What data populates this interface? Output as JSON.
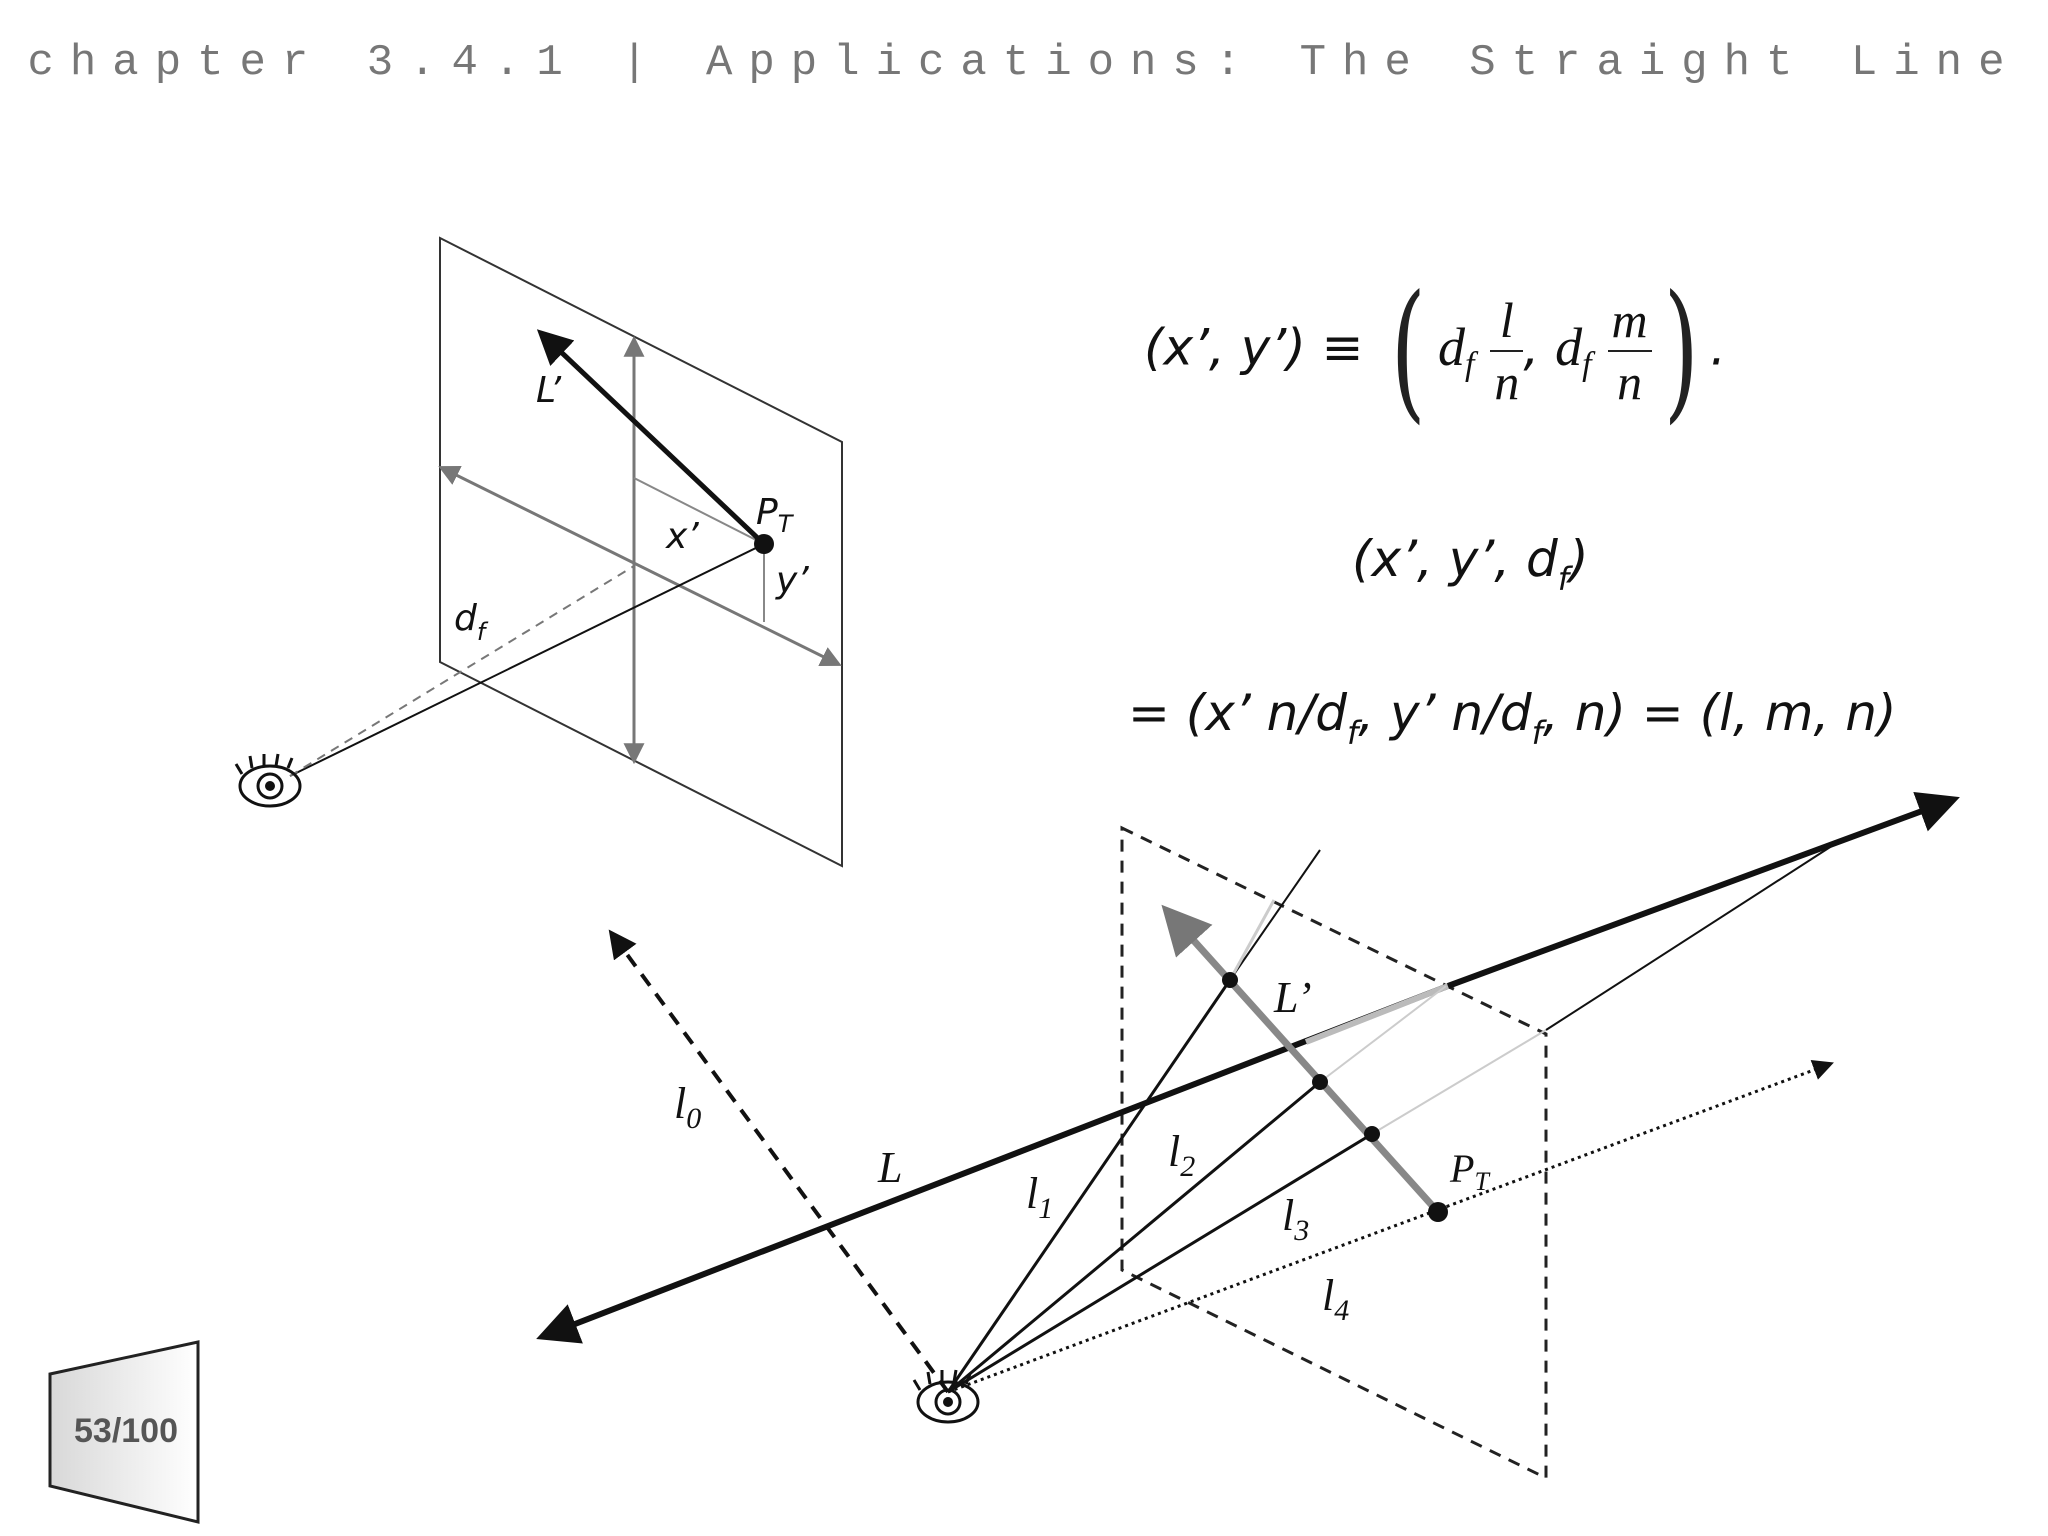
{
  "header": {
    "title": "chapter 3.4.1 | Applications: The Straight Line"
  },
  "figure_top": {
    "labels": {
      "projected_line": "L’",
      "point": "P",
      "point_sub": "T",
      "x_prime": "x’",
      "y_prime": "y’",
      "focal": "d",
      "focal_sub": "f"
    }
  },
  "formulas": {
    "eq1_lhs": "(x’, y’) ≡",
    "eq1_df": "d",
    "eq1_df_sub": "f",
    "eq1_num1": "l",
    "eq1_den1": "n",
    "eq1_comma": ",",
    "eq1_num2": "m",
    "eq1_den2": "n",
    "eq1_end": ".",
    "eq2_main": "(x’, y’, d",
    "eq2_sub": "f",
    "eq2_end": ")",
    "eq3_part1": "= (x’ n/d",
    "eq3_sub1": "f",
    "eq3_part2": ", y’ n/d",
    "eq3_sub2": "f",
    "eq3_part3": ", n) = (l, m, n)"
  },
  "figure_bottom": {
    "labels": {
      "line": "L",
      "projected_line": "L’",
      "point": "P",
      "point_sub": "T",
      "l0": "l",
      "l0_sub": "0",
      "l1": "l",
      "l1_sub": "1",
      "l2": "l",
      "l2_sub": "2",
      "l3": "l",
      "l3_sub": "3",
      "l4": "l",
      "l4_sub": "4"
    }
  },
  "page": {
    "number": "53/100"
  },
  "icons": [
    "eye-icon",
    "page-badge-icon"
  ]
}
